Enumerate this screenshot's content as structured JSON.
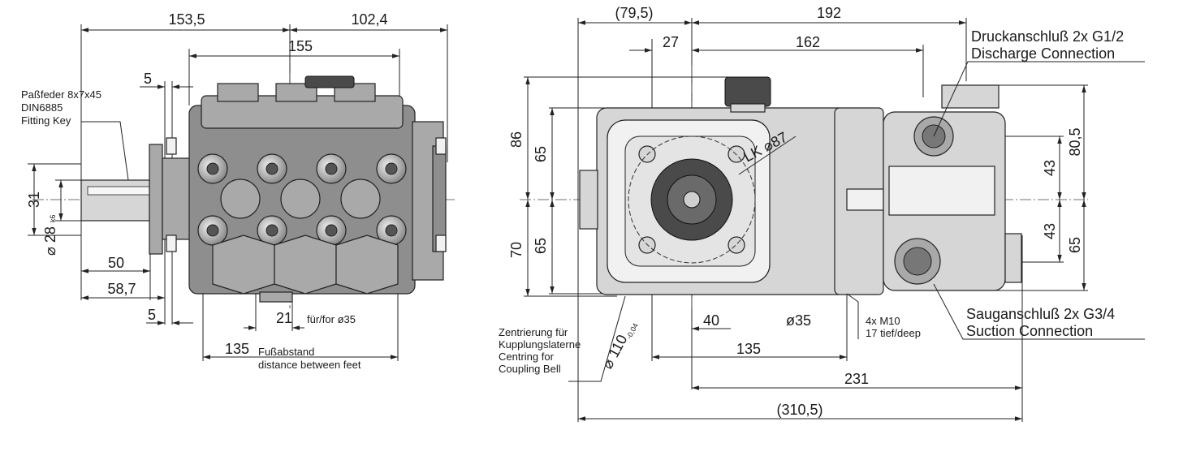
{
  "front_view": {
    "dims": {
      "d153_5": "153,5",
      "d102_4": "102,4",
      "d155": "155",
      "d5_top": "5",
      "d31": "31",
      "d28": "28",
      "d28_tol": "k6",
      "d50": "50",
      "d58_7": "58,7",
      "d5_bottom": "5",
      "d21": "21",
      "d21_note": "für/for ø35",
      "d135": "135",
      "feet_de": "Fußabstand",
      "feet_en": "distance between feet"
    },
    "key_label": [
      "Paßfeder 8x7x45",
      "DIN6885",
      "Fitting Key"
    ]
  },
  "side_view": {
    "dims": {
      "d79_5": "79,5",
      "d192": "192",
      "d27": "27",
      "d162": "162",
      "d86": "86",
      "d65_upper": "65",
      "d70": "70",
      "d65_lower": "65",
      "lk": "LK",
      "lk_val": "87",
      "d110": "110",
      "d110_tol": "-0,04",
      "d40": "40",
      "d35": "ø35",
      "d135": "135",
      "d231": "231",
      "d310_5": "310,5",
      "d80_5": "80,5",
      "d43_upper": "43",
      "d43_lower": "43",
      "d65_right": "65"
    },
    "bolt_note": [
      "4x M10",
      "17 tief/deep"
    ],
    "centring_label": [
      "Zentrierung für",
      "Kupplungslaterne",
      "Centring for",
      "Coupling Bell"
    ],
    "discharge_label": [
      "Druckanschluß 2x G1/2",
      "Discharge Connection"
    ],
    "suction_label": [
      "Sauganschluß 2x G3/4",
      "Suction Connection"
    ]
  }
}
